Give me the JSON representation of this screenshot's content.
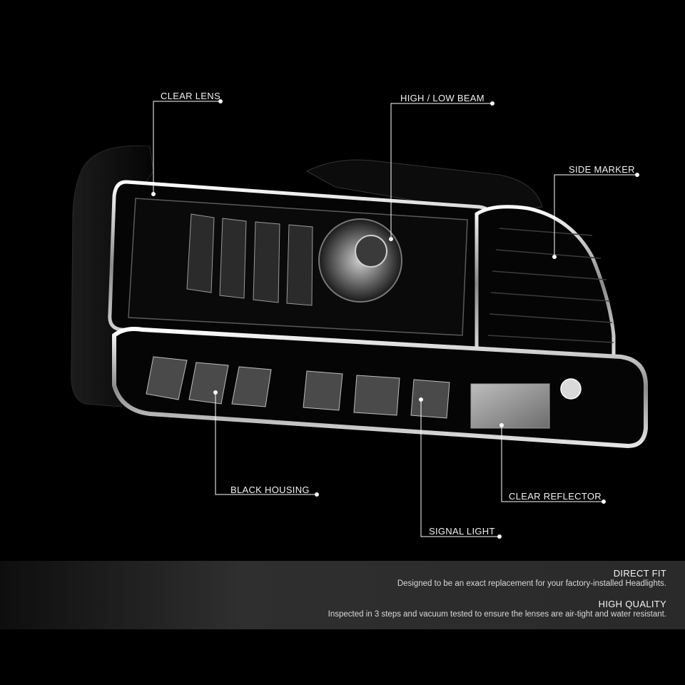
{
  "callouts": {
    "clear_lens": "CLEAR LENS",
    "high_low_beam": "HIGH / LOW BEAM",
    "side_marker": "SIDE MARKER",
    "black_housing": "BLACK HOUSING",
    "clear_reflector": "CLEAR REFLECTOR",
    "signal_light": "SIGNAL LIGHT"
  },
  "features": [
    {
      "title": "DIRECT FIT",
      "description": "Designed to be an exact replacement for your factory-installed Headlights."
    },
    {
      "title": "HIGH QUALITY",
      "description": "Inspected in 3 steps and vacuum tested to ensure the lenses are air-tight and water resistant."
    }
  ],
  "colors": {
    "background": "#000000",
    "callout_line": "#ffffff",
    "panel": "#333333"
  }
}
